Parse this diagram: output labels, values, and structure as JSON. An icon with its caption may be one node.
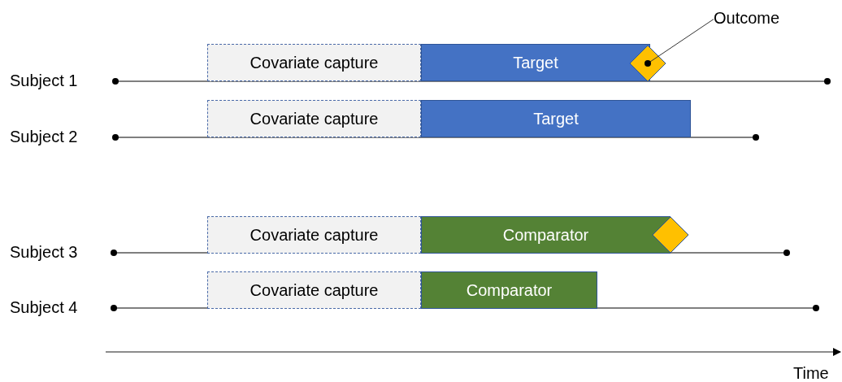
{
  "diagram": {
    "nodes": [
      {
        "text": [
          "Covariate capture"
        ]
      },
      {
        "text": [
          "Target"
        ]
      },
      {
        "text": [],
        "shape": "diamond"
      },
      {
        "text": [
          "Outcome"
        ]
      },
      {
        "text": [
          "Covariate capture"
        ]
      },
      {
        "text": [
          "Target"
        ]
      },
      {
        "text": [
          "Covariate capture"
        ]
      },
      {
        "text": [
          "Comparator"
        ]
      },
      {
        "text": [],
        "shape": "diamond"
      },
      {
        "text": [
          "Covariate capture"
        ]
      },
      {
        "text": [
          "Comparator"
        ]
      }
    ],
    "edges": [
      {
        "from": 3,
        "to": 2,
        "arrow": "other"
      }
    ],
    "labels": [
      "Subject 1",
      "Subject 2",
      "Subject 3",
      "Subject 4",
      "Time"
    ]
  }
}
